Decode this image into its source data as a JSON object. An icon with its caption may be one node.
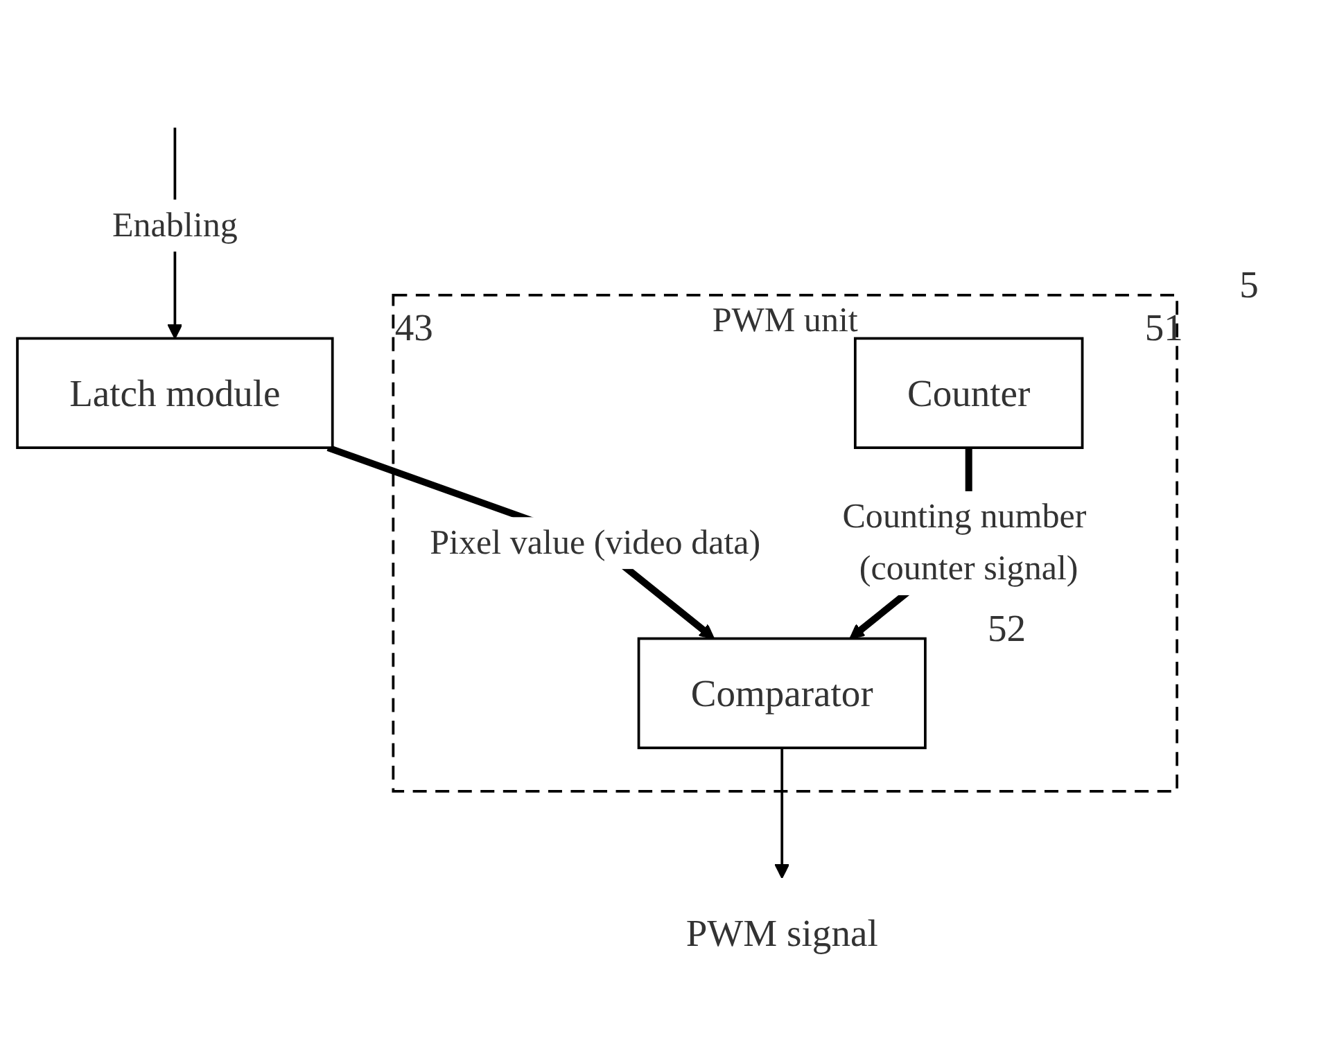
{
  "diagram": {
    "nodes": [
      {
        "text": [
          "Latch module"
        ],
        "beside": [
          "43"
        ]
      },
      {
        "text": [
          "PWM unit"
        ],
        "beside": [
          "5"
        ]
      },
      {
        "text": [
          "Counter"
        ],
        "in": 1,
        "beside": [
          "51"
        ]
      },
      {
        "text": [
          "Comparator"
        ],
        "in": 1,
        "beside": [
          "52"
        ]
      },
      {
        "text": [
          "PWM signal"
        ]
      }
    ],
    "edges": [
      {
        "from": null,
        "to": 0,
        "arrow": "to",
        "label": "Enabling"
      },
      {
        "from": 0,
        "to": 3,
        "arrow": "to",
        "style": "thick",
        "label": "Pixel value (video data)"
      },
      {
        "from": 2,
        "to": 3,
        "arrow": "to",
        "style": "thick",
        "label": "Counting number (counter signal)"
      },
      {
        "from": 3,
        "to": 4,
        "arrow": "to"
      }
    ]
  }
}
